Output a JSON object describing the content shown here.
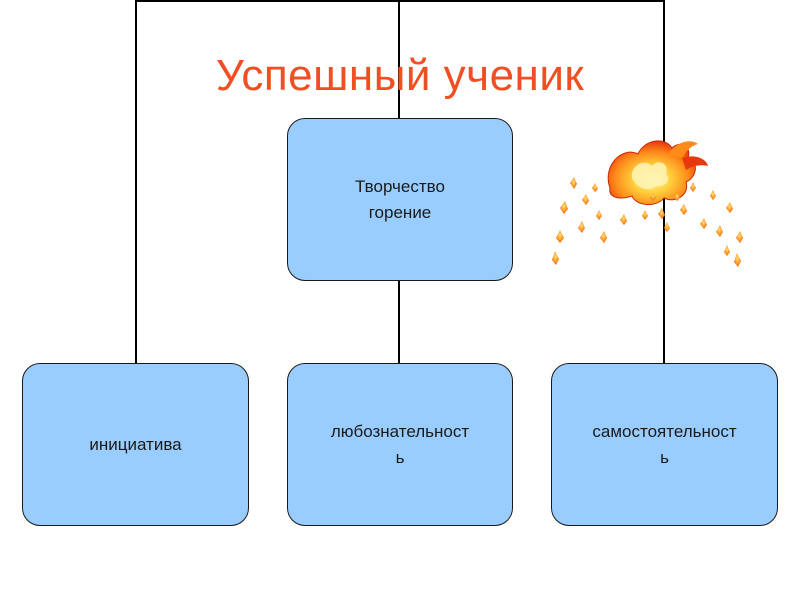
{
  "title": "Успешный ученик",
  "nodes": {
    "top": {
      "line1": "Творчество",
      "line2": "горение"
    },
    "left": {
      "label": "инициатива"
    },
    "middle": {
      "line1": "любознательност",
      "line2": "ь"
    },
    "right": {
      "line1": "самостоятельност",
      "line2": "ь"
    }
  },
  "decoration": {
    "icon": "fire-icon"
  },
  "colors": {
    "title": "#f04e23",
    "node_fill": "#99ccff",
    "node_border": "#1a1a1a",
    "connector": "#000000",
    "flame_core": "#ffd23f",
    "flame_mid": "#ff8c1a",
    "flame_outer": "#e8380d"
  }
}
